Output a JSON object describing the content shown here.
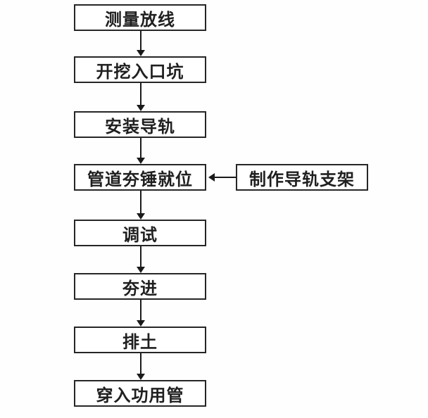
{
  "diagram": {
    "type": "flowchart",
    "direction": "top-down",
    "nodes": [
      {
        "id": "survey-layout",
        "label": "测量放线"
      },
      {
        "id": "excavate-entry-pit",
        "label": "开挖入口坑"
      },
      {
        "id": "install-guide-rail",
        "label": "安装导轨"
      },
      {
        "id": "hammer-in-position",
        "label": "管道夯锤就位"
      },
      {
        "id": "debugging",
        "label": "调试"
      },
      {
        "id": "ramming",
        "label": "夯进"
      },
      {
        "id": "soil-removal",
        "label": "排土"
      },
      {
        "id": "insert-utility-pipe",
        "label": "穿入功用管"
      }
    ],
    "side_node": {
      "id": "make-guide-rail-bracket",
      "label": "制作导轨支架"
    },
    "edges": [
      {
        "from": "测量放线",
        "to": "开挖入口坑",
        "style": "down-arrow"
      },
      {
        "from": "开挖入口坑",
        "to": "安装导轨",
        "style": "down-arrow"
      },
      {
        "from": "安装导轨",
        "to": "管道夯锤就位",
        "style": "down-arrow"
      },
      {
        "from": "制作导轨支架",
        "to": "管道夯锤就位",
        "style": "left-arrow"
      },
      {
        "from": "管道夯锤就位",
        "to": "调试",
        "style": "down-arrow"
      },
      {
        "from": "调试",
        "to": "夯进",
        "style": "down-arrow"
      },
      {
        "from": "夯进",
        "to": "排土",
        "style": "down-arrow"
      },
      {
        "from": "排土",
        "to": "穿入功用管",
        "style": "down-arrow"
      }
    ],
    "colors": {
      "background": "#fefefe",
      "box_fill": "#ffffff",
      "box_border": "#262626",
      "text": "#1f1f1f",
      "arrow": "#1a1a1a"
    }
  }
}
